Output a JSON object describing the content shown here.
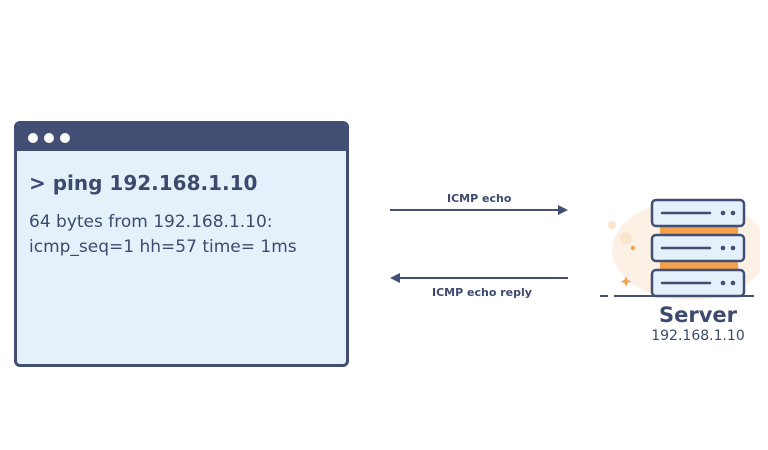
{
  "terminal": {
    "command": "> ping 192.168.1.10",
    "output_line1": "64 bytes from 192.168.1.10:",
    "output_line2": "icmp_seq=1 hh=57 time= 1ms"
  },
  "arrows": {
    "request_label": "ICMP echo",
    "reply_label": "ICMP echo reply"
  },
  "server": {
    "title": "Server",
    "ip": "192.168.1.10"
  },
  "colors": {
    "navy": "#434e75",
    "terminal_bg": "#e4f1fb",
    "server_accent": "#f4a14b",
    "server_body": "#e4f1fb"
  },
  "icons": [
    "window-dot-icon",
    "server-icon",
    "arrow-right-icon",
    "arrow-left-icon",
    "sparkle-icon"
  ]
}
